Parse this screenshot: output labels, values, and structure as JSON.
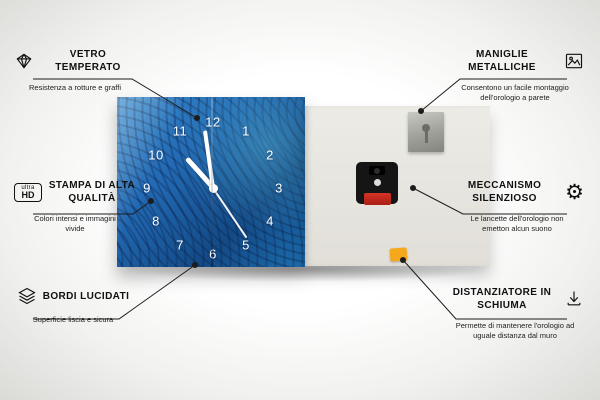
{
  "product": {
    "clock_numbers": [
      "12",
      "1",
      "2",
      "3",
      "4",
      "5",
      "6",
      "7",
      "8",
      "9",
      "10",
      "11"
    ],
    "colors": {
      "face_blue": "#2269b3",
      "back_gray": "#e7e5df",
      "foam_orange": "#f6a81c",
      "battery_red": "#c62a22"
    }
  },
  "icon_labels": {
    "ultra_hd_top": "ultra",
    "ultra_hd_bottom": "HD"
  },
  "callouts": [
    {
      "id": "vetro-temperato",
      "icon": "diamond-icon",
      "title": "VETRO TEMPERATO",
      "description": "Resistenza a rotture e graffi"
    },
    {
      "id": "maniglie-metalliche",
      "icon": "picture-frame-icon",
      "title": "MANIGLIE METALLICHE",
      "description": "Consentono un facile montaggio dell'orologio a parete"
    },
    {
      "id": "stampa-alta-qualita",
      "icon": "ultra-hd-icon",
      "title": "STAMPA DI ALTA QUALITÀ",
      "description": "Colori intensi e immagini vivide"
    },
    {
      "id": "meccanismo-silenzioso",
      "icon": "gear-icon",
      "title": "MECCANISMO SILENZIOSO",
      "description": "Le lancette dell'orologio non emetton alcun suono"
    },
    {
      "id": "bordi-lucidati",
      "icon": "layers-icon",
      "title": "BORDI LUCIDATI",
      "description": "Superficie liscia e sicura"
    },
    {
      "id": "distanziatore-schiuma",
      "icon": "arrow-down-icon",
      "title": "DISTANZIATORE IN SCHIUMA",
      "description": "Permette di mantenere l'orologio ad uguale distanza dal muro"
    }
  ]
}
